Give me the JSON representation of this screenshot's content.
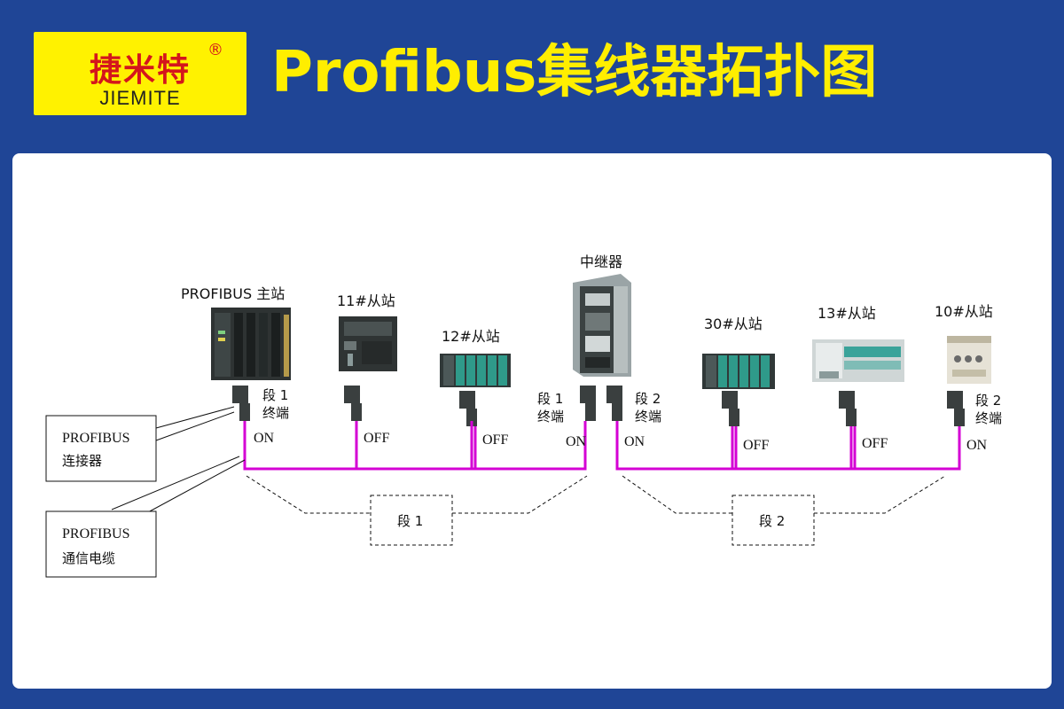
{
  "header": {
    "logo_cn": "捷米特",
    "logo_reg": "®",
    "logo_en": "JIEMITE",
    "title": "Profibus集线器拓扑图"
  },
  "colors": {
    "background": "#1f4596",
    "title": "#ffee00",
    "logo_bg": "#fff200",
    "logo_text": "#d4161c",
    "bus_cable": "#d400d4"
  },
  "diagram": {
    "stations": {
      "master": "PROFIBUS 主站",
      "s11": "11#从站",
      "s12": "12#从站",
      "repeater": "中继器",
      "s30": "30#从站",
      "s13": "13#从站",
      "s10": "10#从站"
    },
    "switches": {
      "master": "ON",
      "s11": "OFF",
      "s12": "OFF",
      "rep_left": "ON",
      "rep_right": "ON",
      "s30": "OFF",
      "s13": "OFF",
      "s10": "ON"
    },
    "terminations": {
      "master_a": "段 1",
      "master_b": "终端",
      "rep_left_a": "段 1",
      "rep_left_b": "终端",
      "rep_right_a": "段 2",
      "rep_right_b": "终端",
      "s10_a": "段 2",
      "s10_b": "终端"
    },
    "callouts": {
      "connector_a": "PROFIBUS",
      "connector_b": "连接器",
      "cable_a": "PROFIBUS",
      "cable_b": "通信电缆"
    },
    "segments": {
      "seg1": "段 1",
      "seg2": "段 2"
    }
  }
}
